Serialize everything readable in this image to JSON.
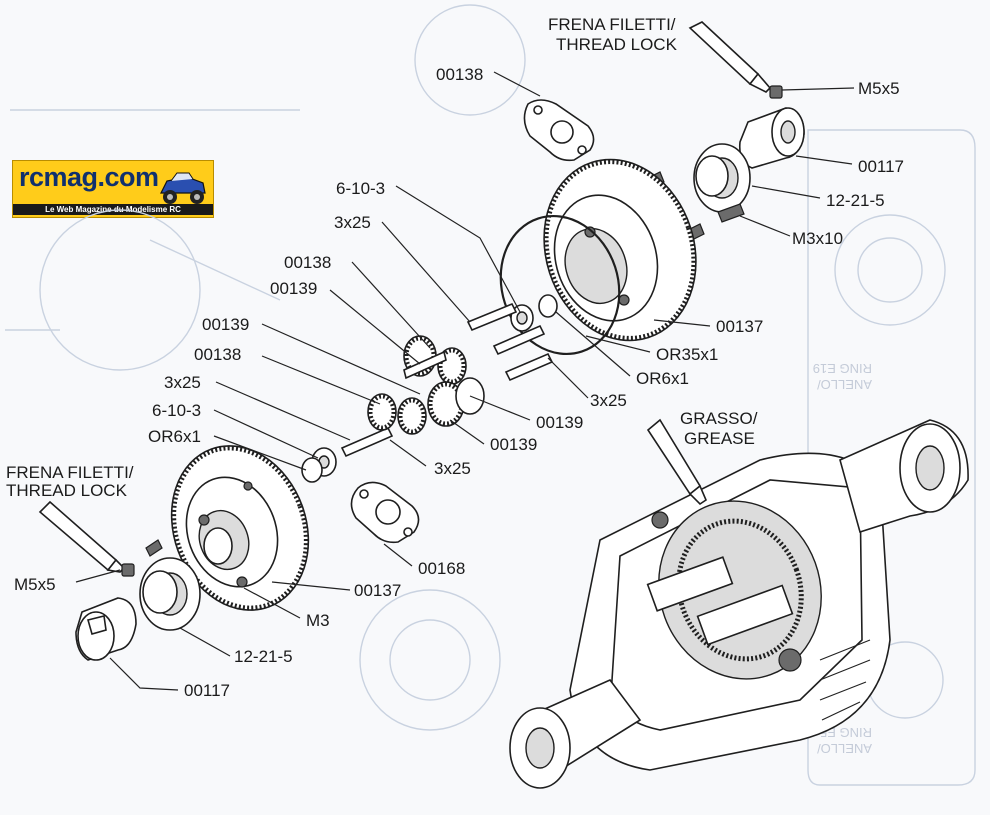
{
  "logo": {
    "title": "rcmag.com",
    "subtitle": "Le Web Magazine du Modelisme RC"
  },
  "labels": {
    "frena_top_1": "FRENA FILETTI/",
    "frena_top_2": "THREAD LOCK",
    "p00138_top": "00138",
    "m5x5_top": "M5x5",
    "p00117_top": "00117",
    "p12_21_5_top": "12-21-5",
    "m3x10": "M3x10",
    "p6_10_3_top": "6-10-3",
    "p3x25_a": "3x25",
    "p00138_mid": "00138",
    "p00139_a": "00139",
    "p00139_b": "00139",
    "p00138_low": "00138",
    "p3x25_b": "3x25",
    "p6_10_3_low": "6-10-3",
    "or6x1_left": "OR6x1",
    "p00137_top": "00137",
    "or35x1": "OR35x1",
    "or6x1_right": "OR6x1",
    "p3x25_c": "3x25",
    "p00139_c": "00139",
    "p00139_d": "00139",
    "p3x25_d": "3x25",
    "grasso_1": "GRASSO/",
    "grasso_2": "GREASE",
    "frena_low_1": "FRENA FILETTI/",
    "frena_low_2": "THREAD LOCK",
    "m5x5_low": "M5x5",
    "p00168": "00168",
    "p00137_low": "00137",
    "m3": "M3",
    "p12_21_5_low": "12-21-5",
    "p00117_low": "00117"
  },
  "background": {
    "ring_e19_1": "ANELLO/",
    "ring_e19_2": "RING E19",
    "ring_e5_1": "ANELLO/",
    "ring_e5_2": "RING E5"
  }
}
